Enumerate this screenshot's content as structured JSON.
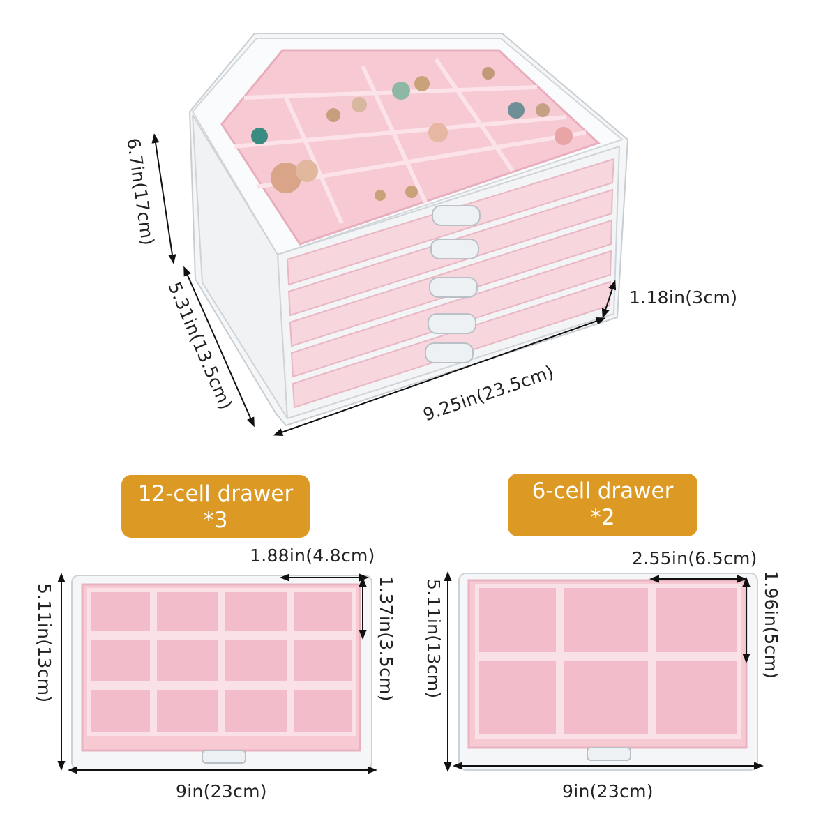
{
  "colors": {
    "velvet": "#f6c9d3",
    "velvet_dark": "#eab1bf",
    "badge": "#dc9a25",
    "acrylic": "#f5f7f8"
  },
  "main_box": {
    "height_label": "6.7in(17cm)",
    "depth_label": "5.31in(13.5cm)",
    "width_label": "9.25in(23.5cm)",
    "drawer_height_label": "1.18in(3cm)"
  },
  "drawer_12": {
    "badge_line1": "12-cell drawer",
    "badge_line2": "*3",
    "cell_width_label": "1.88in(4.8cm)",
    "cell_depth_label": "1.37in(3.5cm)",
    "depth_label": "5.11in(13cm)",
    "width_label": "9in(23cm)"
  },
  "drawer_6": {
    "badge_line1": "6-cell drawer",
    "badge_line2": "*2",
    "cell_width_label": "2.55in(6.5cm)",
    "cell_depth_label": "1.96in(5cm)",
    "depth_label": "5.11in(13cm)",
    "width_label": "9in(23cm)"
  }
}
